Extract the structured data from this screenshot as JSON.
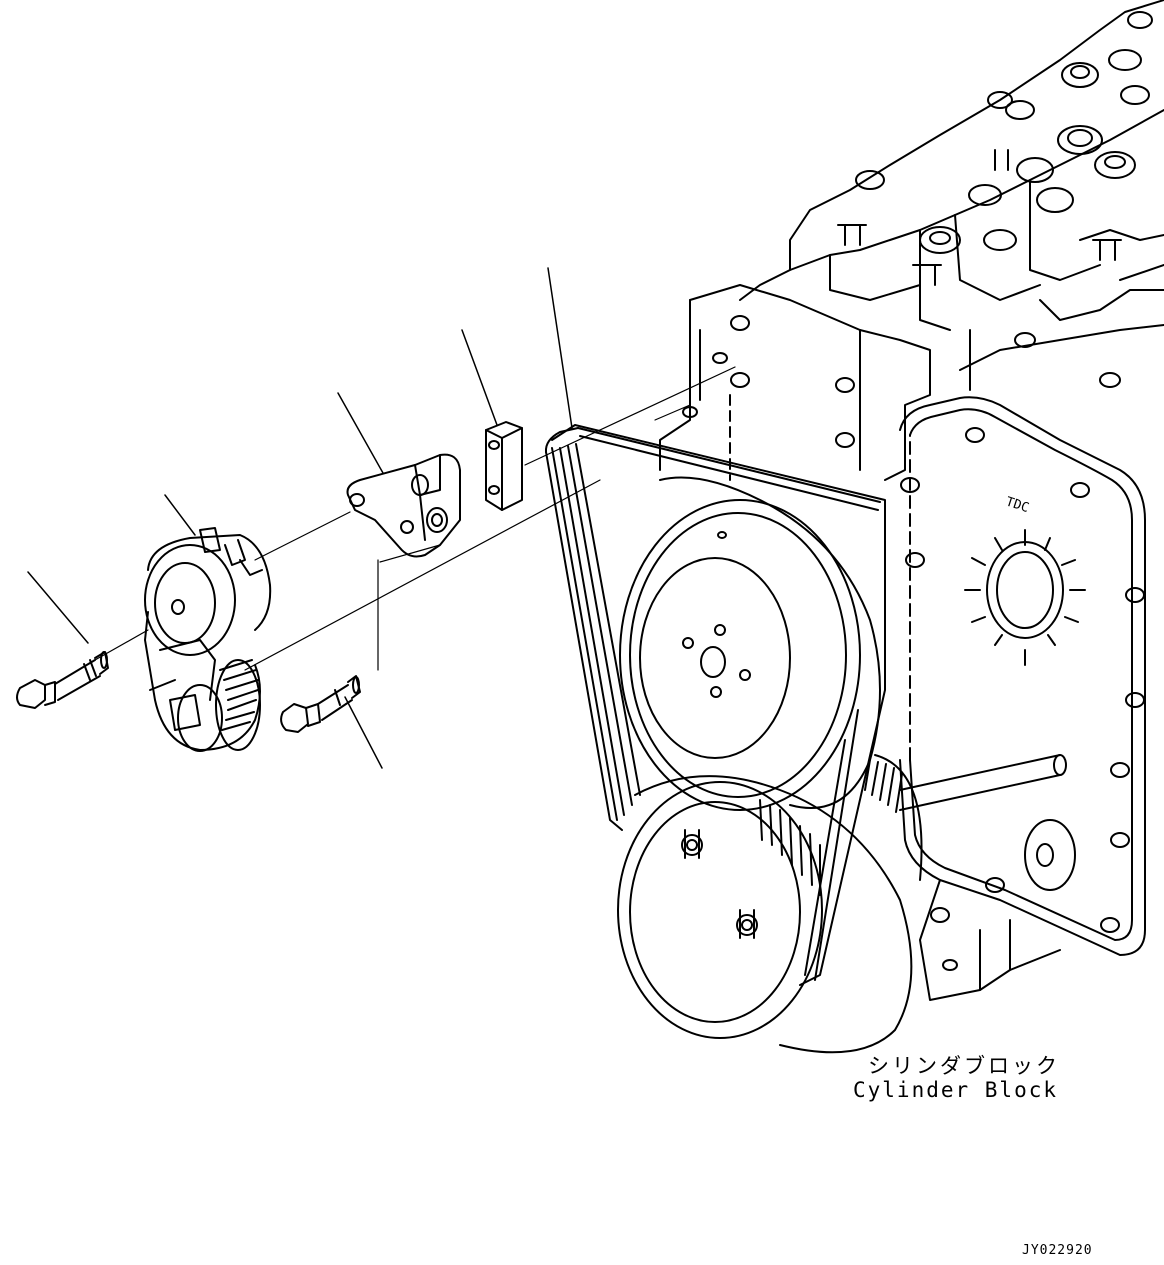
{
  "labels": {
    "cylinder_block_jp": "シリンダブロック",
    "cylinder_block_en": "Cylinder Block",
    "figure_code": "JY022920",
    "tdc_mark": "TDC"
  },
  "colors": {
    "line": "#000000",
    "background": "#ffffff"
  },
  "parts": [
    {
      "name": "bolt-left",
      "icon": "flange-bolt-icon"
    },
    {
      "name": "belt-tensioner",
      "icon": "tensioner-pulley-icon"
    },
    {
      "name": "tensioner-bracket",
      "icon": "bracket-icon"
    },
    {
      "name": "spacer-block",
      "icon": "spacer-icon"
    },
    {
      "name": "v-ribbed-belt",
      "icon": "belt-icon"
    },
    {
      "name": "bolt-right",
      "icon": "flange-bolt-icon"
    }
  ]
}
